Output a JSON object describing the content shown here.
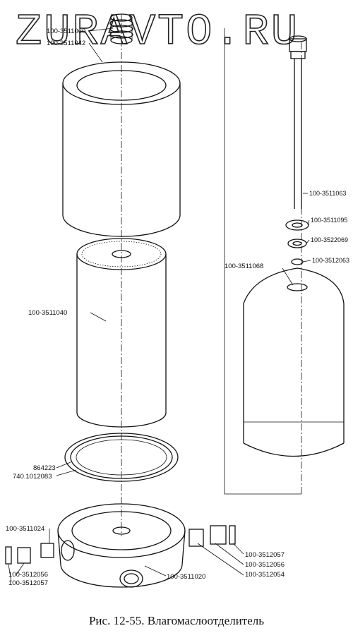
{
  "watermark": "ZURAVTO.RU",
  "caption": "Рис. 12-55. Влагомаслоотделитель",
  "labels": {
    "spring_top": "100-3511060",
    "gasket_top": "100-3511042",
    "filter_element": "100-3511040",
    "ring_1": "864223",
    "ring_2": "740.1012083",
    "plug": "100-3511024",
    "spring_left": "100-3512056",
    "washer_left": "100-3512057",
    "housing": "100-3511020",
    "bolt": "100-3511063",
    "washer_1": "100-3511095",
    "washer_2": "100-3522069",
    "ring_small": "100-3512063",
    "cap": "100-3511068",
    "right_1": "100-3512057",
    "right_2": "100-3512056",
    "right_3": "100-3512054"
  }
}
